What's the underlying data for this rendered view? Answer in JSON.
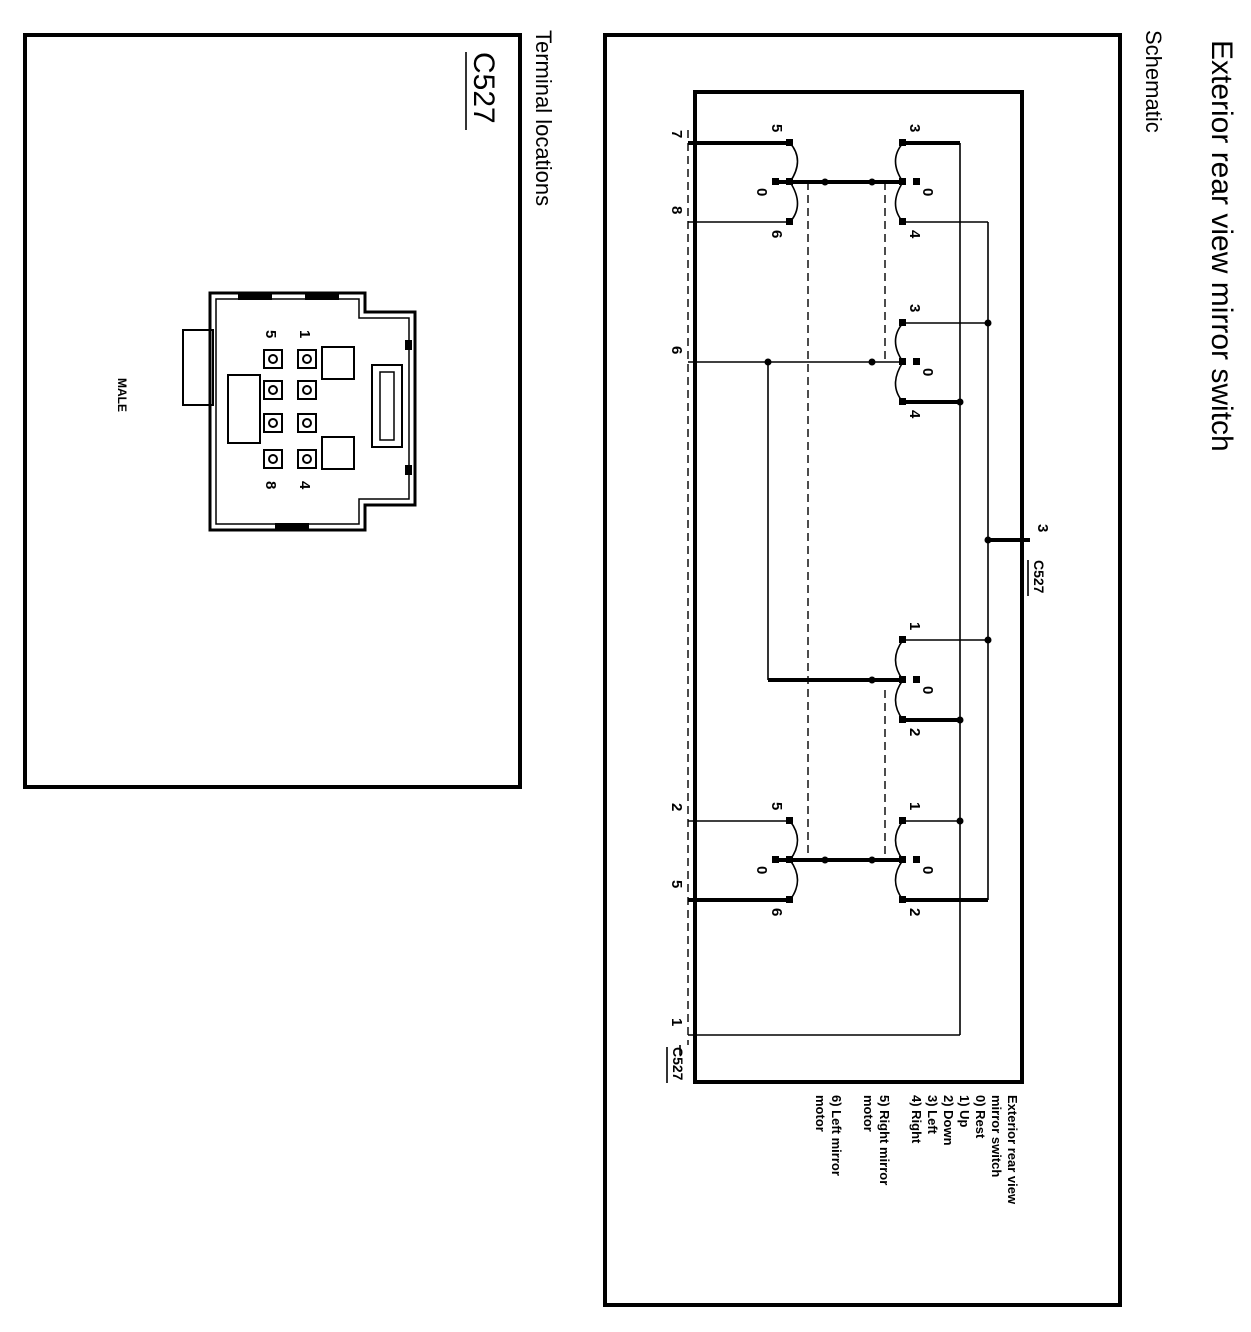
{
  "header": {
    "title": "Exterior rear view mirror switch",
    "subtitle": "Schematic"
  },
  "schematic": {
    "connector_label": "C527",
    "connector_pins": [
      "1",
      "2",
      "3",
      "5",
      "6",
      "7",
      "8"
    ],
    "switch_contacts": [
      "0",
      "1",
      "2",
      "3",
      "4",
      "5",
      "6"
    ],
    "legend": [
      "Exterior rear view",
      "mirror switch",
      "0)  Rest",
      "1)  Up",
      "2)  Down",
      "3)  Left",
      "4)  Right",
      "5)  Right mirror",
      "      motor",
      "6)  Left mirror",
      "      motor"
    ]
  },
  "terminal": {
    "connector_label": "C527",
    "section_title": "Terminal locations",
    "gender_label": "MALE",
    "pin_labels": [
      "1",
      "4",
      "5",
      "8"
    ]
  }
}
